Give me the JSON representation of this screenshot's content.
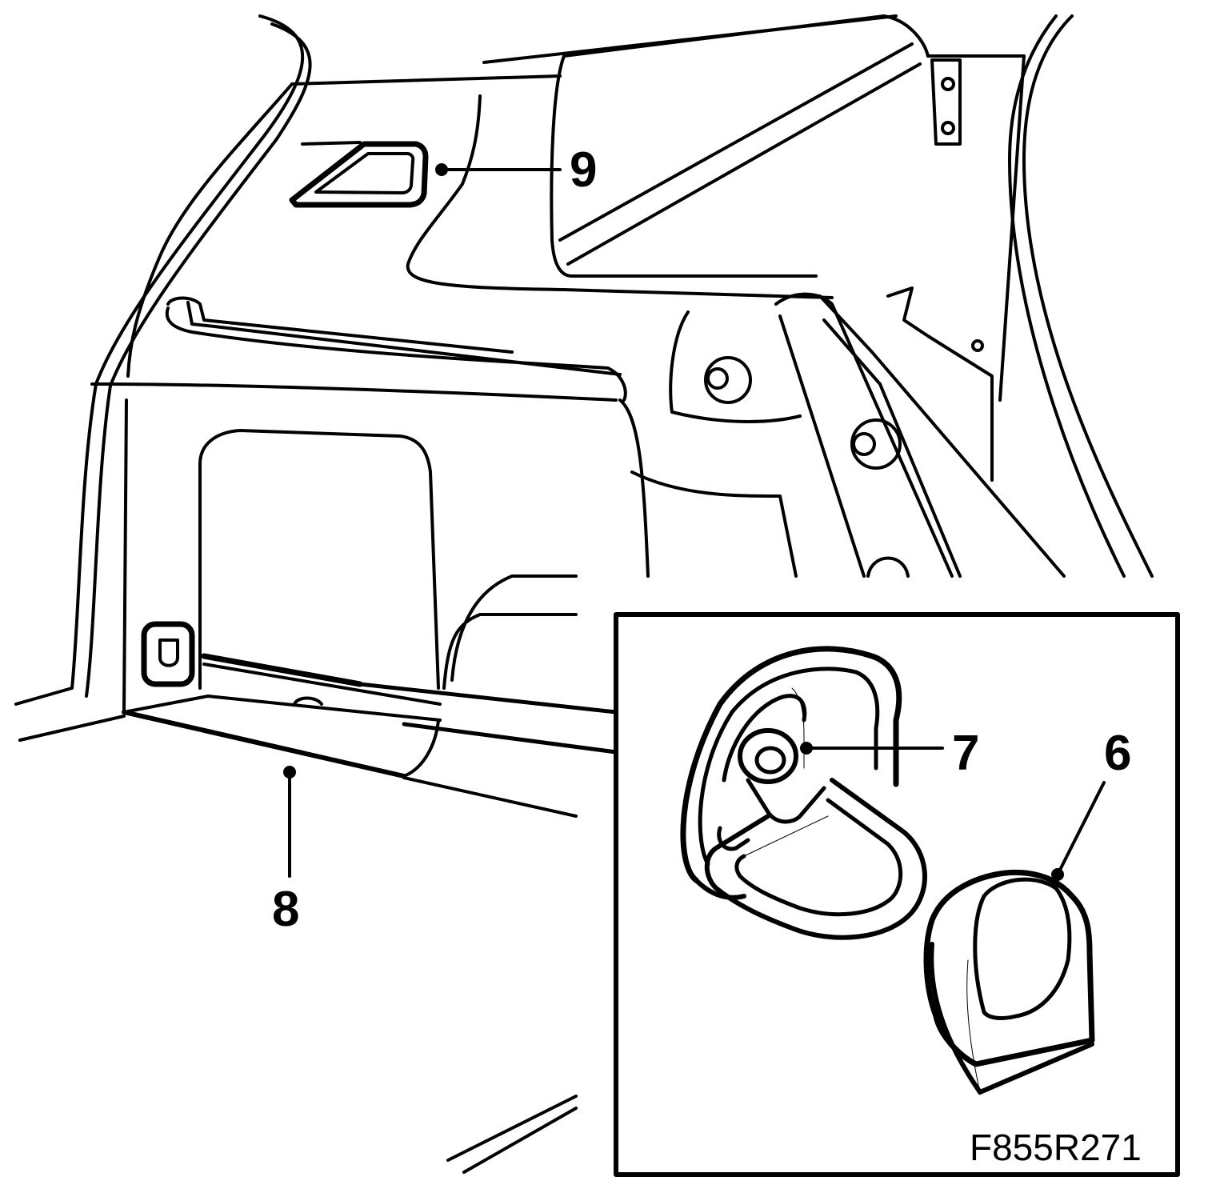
{
  "callouts": {
    "c6": "6",
    "c7": "7",
    "c8": "8",
    "c9": "9"
  },
  "figure_code": "F855R271",
  "colors": {
    "line": "#000000",
    "background": "#ffffff"
  }
}
